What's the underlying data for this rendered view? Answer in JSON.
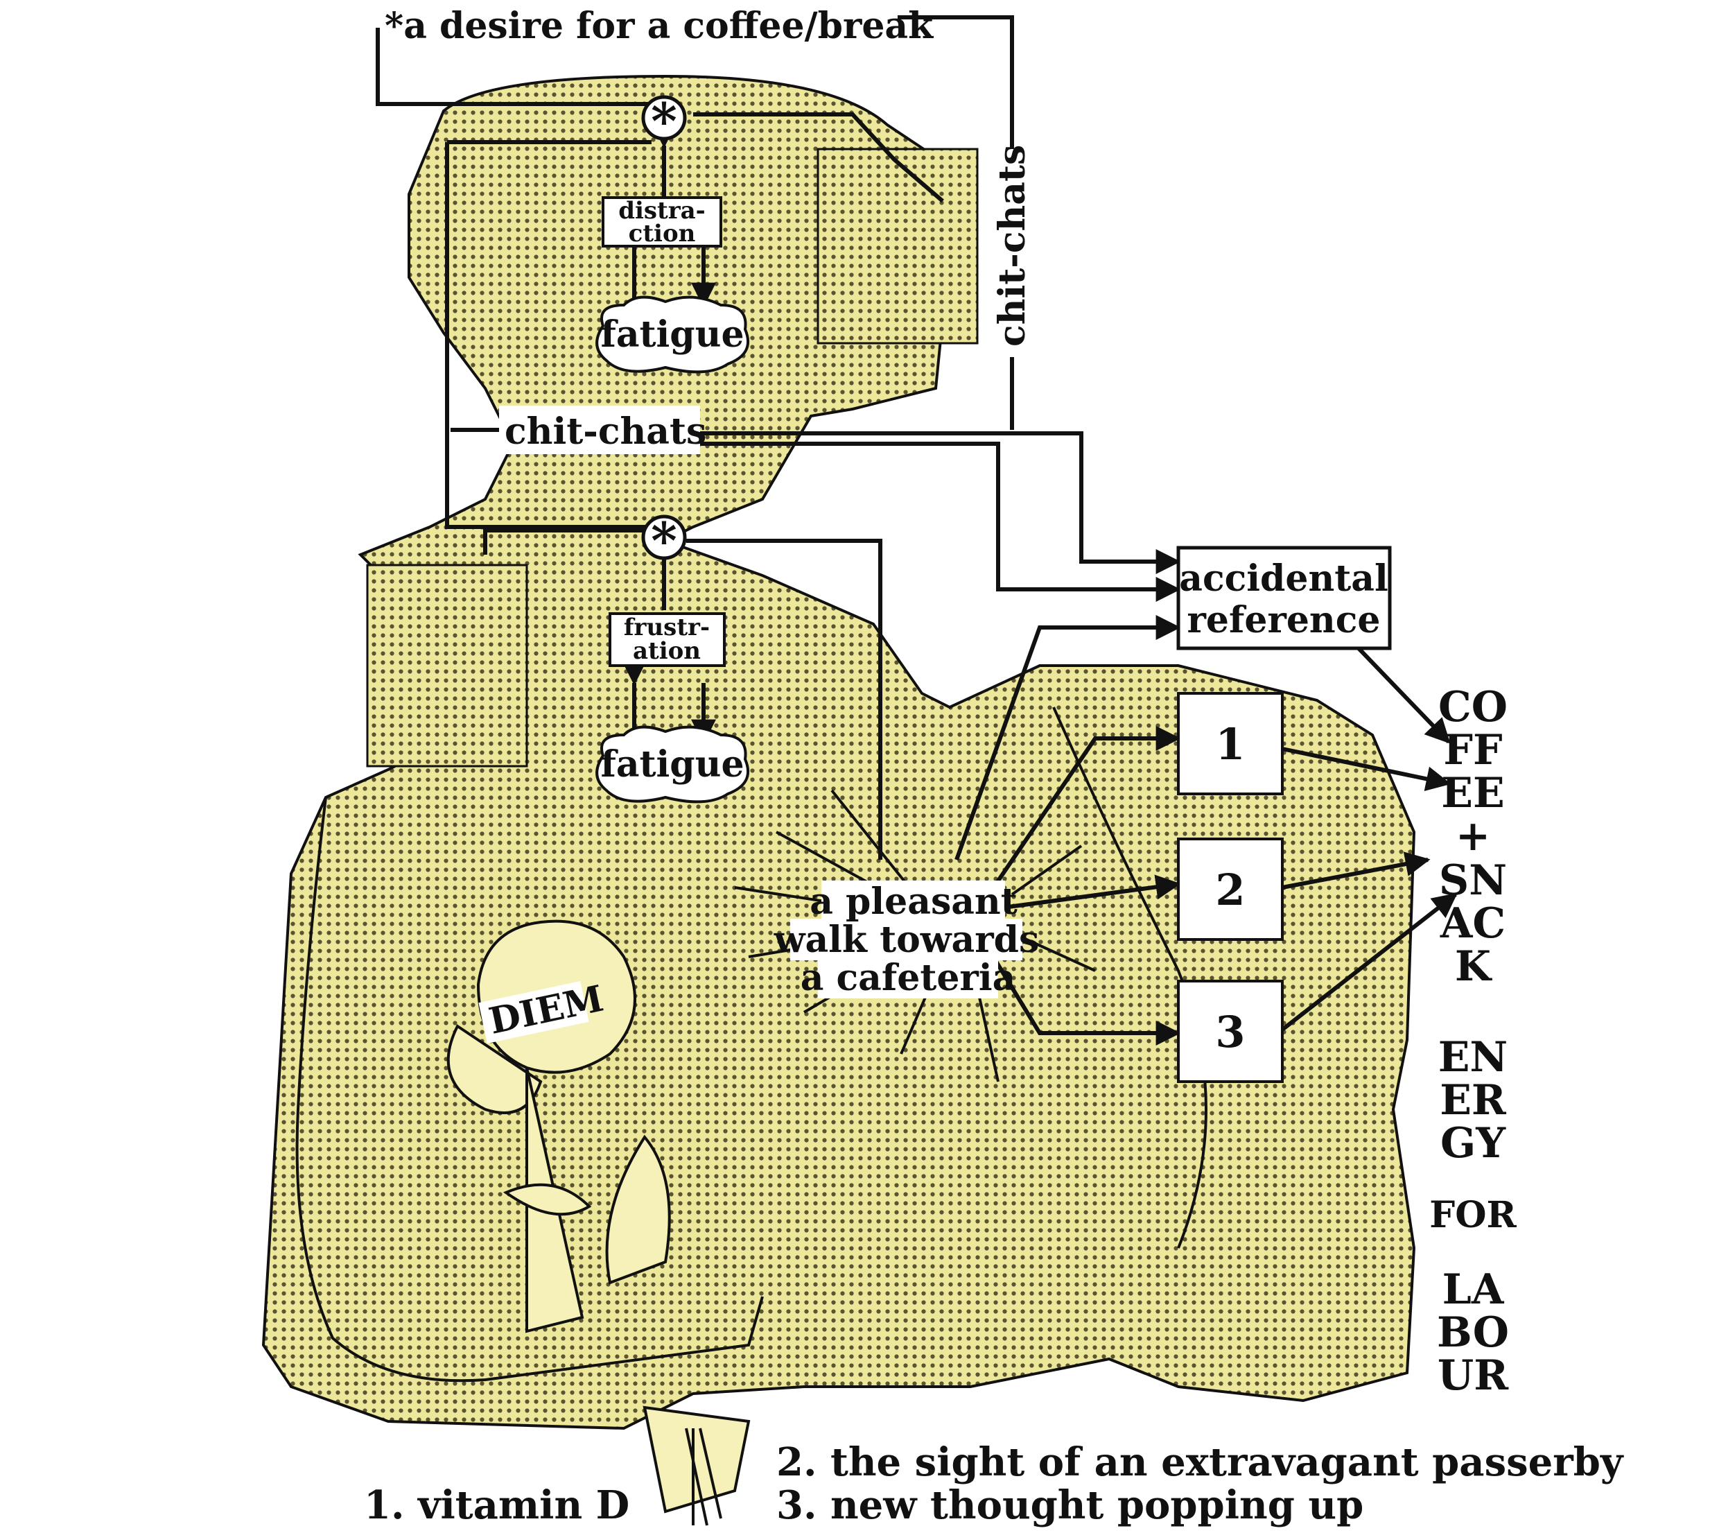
{
  "diagram": {
    "top_label": "*a desire for a coffee/break",
    "head": {
      "star": "*",
      "trigger": [
        "distra-",
        "ction"
      ],
      "fatigue": "fatigue"
    },
    "chest": {
      "star": "*",
      "trigger": [
        "frustr-",
        "ation"
      ],
      "fatigue": "fatigue"
    },
    "chit_chats_horizontal": "chit-chats",
    "chit_chats_vertical": "chit-chats",
    "accidental_reference": [
      "accidental",
      "reference"
    ],
    "walk": [
      "a pleasant",
      "walk towards",
      "a cafeteria"
    ],
    "boxes": [
      "1",
      "2",
      "3"
    ],
    "flower_tag": "DIEM",
    "side_text": [
      "CO",
      "FF",
      "EE",
      "+",
      "SN",
      "AC",
      "K",
      "EN",
      "ER",
      "GY",
      "FOR",
      "LA",
      "BO",
      "UR"
    ],
    "footnotes": [
      "1. vitamin D",
      "2. the sight of an extravagant passerby",
      "3. new thought popping up"
    ]
  },
  "colors": {
    "figure": "#ece79a",
    "dots": "#55502a",
    "ink": "#111111",
    "box": "#ffffff"
  }
}
